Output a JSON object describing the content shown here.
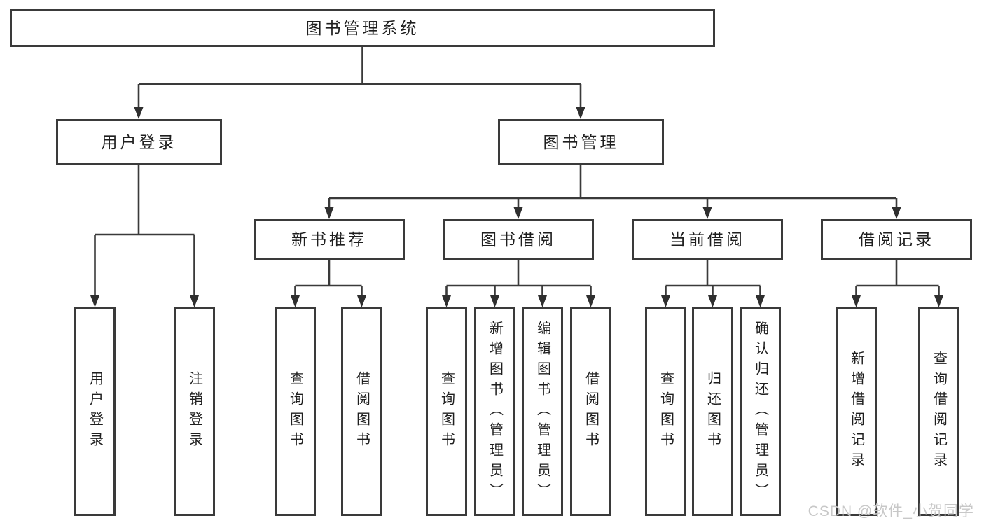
{
  "diagram": {
    "root": {
      "label": "图书管理系统"
    },
    "branches": [
      {
        "label": "用户登录",
        "children": [
          {
            "label": "用户登录"
          },
          {
            "label": "注销登录"
          }
        ]
      },
      {
        "label": "图书管理",
        "sections": [
          {
            "label": "新书推荐",
            "children": [
              {
                "label": "查询图书"
              },
              {
                "label": "借阅图书"
              }
            ]
          },
          {
            "label": "图书借阅",
            "children": [
              {
                "label": "查询图书"
              },
              {
                "label": "新增图书（管理员）"
              },
              {
                "label": "编辑图书（管理员）"
              },
              {
                "label": "借阅图书"
              }
            ]
          },
          {
            "label": "当前借阅",
            "children": [
              {
                "label": "查询图书"
              },
              {
                "label": "归还图书"
              },
              {
                "label": "确认归还（管理员）"
              }
            ]
          },
          {
            "label": "借阅记录",
            "children": [
              {
                "label": "新增借阅记录"
              },
              {
                "label": "查询借阅记录"
              }
            ]
          }
        ]
      }
    ]
  },
  "watermark": {
    "text": "CSDN @软件_小贺同学"
  },
  "colors": {
    "line": "#3a3a3a",
    "arrow": "#2f2f2f",
    "text": "#1f1f1f",
    "watermark": "#c8c8c8",
    "background": "#ffffff"
  }
}
